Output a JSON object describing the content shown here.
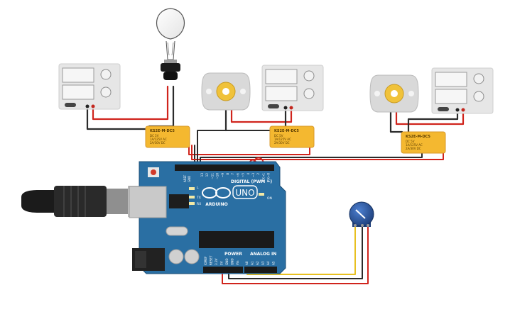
{
  "psus": [
    {
      "id": "psu-left"
    },
    {
      "id": "psu-middle"
    },
    {
      "id": "psu-right"
    }
  ],
  "relays": [
    {
      "title": "KS2E-M-DC5",
      "line1": "DC 5V",
      "line2": "1A/125V AC",
      "line3": "2A/30V DC"
    },
    {
      "title": "KS2E-M-DC5",
      "line1": "DC 5V",
      "line2": "1A/125V AC",
      "line3": "2A/30V DC"
    },
    {
      "title": "KS2E-M-DC5",
      "line1": "DC 5V",
      "line2": "1A/125V AC",
      "line3": "2A/30V DC"
    }
  ],
  "arduino": {
    "brand": "ARDUINO",
    "model": "UNO",
    "digital_label": "DIGITAL (PWM ~)",
    "power_label": "POWER",
    "analog_label": "ANALOG IN",
    "on_label": "ON",
    "tx_label": "TX",
    "rx_label": "RX",
    "l_label": "L",
    "aref_label": "AREF",
    "gnd_label": "GND",
    "digital_pins": [
      "13",
      "12",
      "~11",
      "~10",
      "~9",
      "8",
      "7",
      "~6",
      "~5",
      "4",
      "~3",
      "2",
      "TX→1",
      "RX←0"
    ],
    "power_pins": [
      "IOREF",
      "RESET",
      "3.3V",
      "5V",
      "GND",
      "GND",
      "Vin"
    ],
    "analog_pins": [
      "A0",
      "A1",
      "A2",
      "A3",
      "A4",
      "A5"
    ]
  },
  "colors": {
    "board": "#2a6fa3",
    "relay": "#f4b830",
    "wire_red": "#d0241c",
    "wire_black": "#2b2b2b",
    "wire_yellow": "#e8c020",
    "psu_body": "#e6e6e6",
    "motor_body": "#d9d9d9",
    "gear": "#f0c23a"
  },
  "icons": [
    "lightbulb-icon",
    "dc-motor-icon",
    "potentiometer-icon",
    "usb-cable-icon",
    "power-jack-icon"
  ]
}
